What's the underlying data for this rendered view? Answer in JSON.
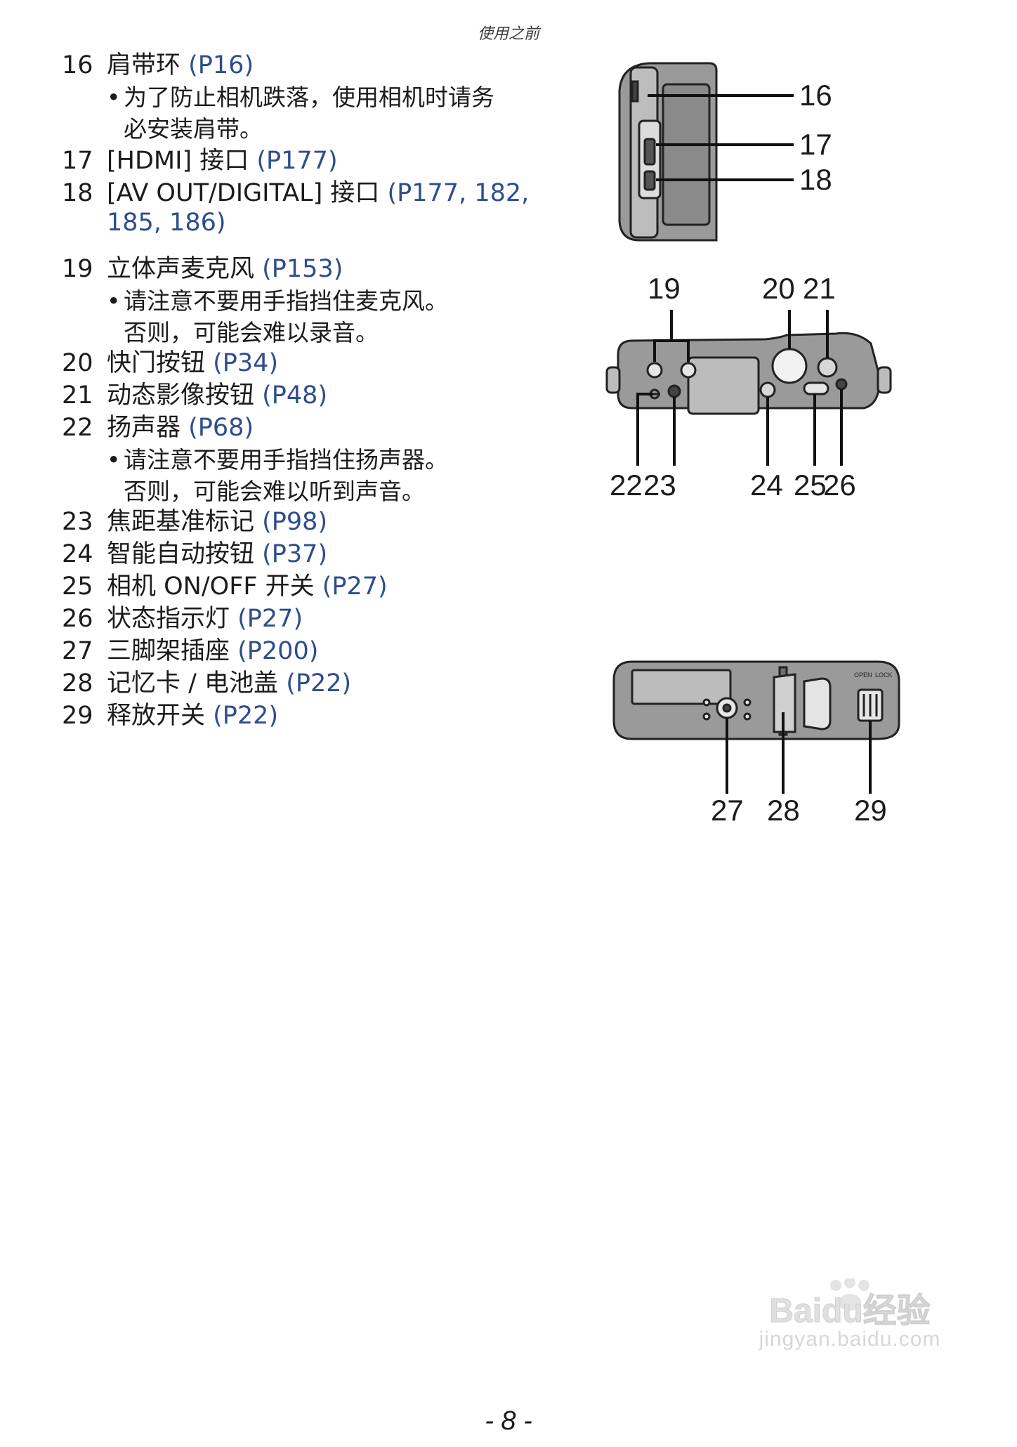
{
  "header": {
    "section": "使用之前"
  },
  "items": [
    {
      "num": "16",
      "name": "肩带环",
      "ref": "(P16)",
      "note": [
        "为了防止相机跌落，使用相机时请务",
        "必安装肩带。"
      ]
    },
    {
      "num": "17",
      "name": "[HDMI] 接口",
      "ref": "(P177)"
    },
    {
      "num": "18",
      "name": "[AV OUT/DIGITAL] 接口",
      "ref": "(P177, 182,",
      "ref_cont": "185, 186)"
    },
    {
      "num": "19",
      "name": "立体声麦克风",
      "ref": "(P153)",
      "note": [
        "请注意不要用手指挡住麦克风。",
        "否则，可能会难以录音。"
      ]
    },
    {
      "num": "20",
      "name": "快门按钮",
      "ref": "(P34)"
    },
    {
      "num": "21",
      "name": "动态影像按钮",
      "ref": "(P48)"
    },
    {
      "num": "22",
      "name": "扬声器",
      "ref": "(P68)",
      "note": [
        "请注意不要用手指挡住扬声器。",
        "否则，可能会难以听到声音。"
      ]
    },
    {
      "num": "23",
      "name": "焦距基准标记",
      "ref": "(P98)"
    },
    {
      "num": "24",
      "name": "智能自动按钮",
      "ref": "(P37)"
    },
    {
      "num": "25",
      "name": "相机 ON/OFF 开关",
      "ref": "(P27)"
    },
    {
      "num": "26",
      "name": "状态指示灯",
      "ref": "(P27)"
    },
    {
      "num": "27",
      "name": "三脚架插座",
      "ref": "(P200)"
    },
    {
      "num": "28",
      "name": "记忆卡 / 电池盖",
      "ref": "(P22)"
    },
    {
      "num": "29",
      "name": "释放开关",
      "ref": "(P22)"
    }
  ],
  "figures": {
    "side": {
      "callouts": [
        "16",
        "17",
        "18"
      ]
    },
    "top": {
      "callouts": [
        "19",
        "20",
        "21",
        "22",
        "23",
        "24",
        "25",
        "26"
      ]
    },
    "bottom": {
      "callouts": [
        "27",
        "28",
        "29"
      ],
      "door_labels": [
        "OPEN",
        "LOCK"
      ]
    }
  },
  "footer": {
    "page": "- 8 -"
  },
  "watermark": {
    "text": "jingyan.baidu.com",
    "logo": "Baidu经验"
  },
  "colors": {
    "text": "#1c1c1c",
    "page_ref": "#2e4d8f"
  }
}
